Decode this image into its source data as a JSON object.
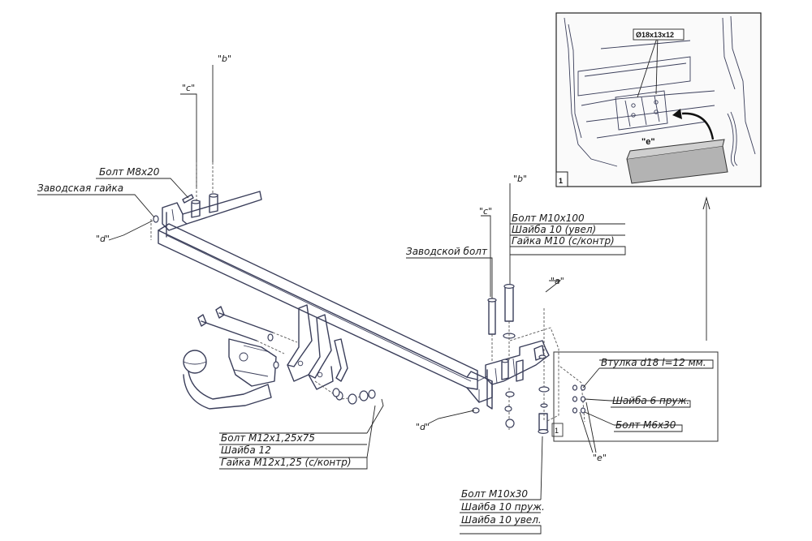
{
  "labels": {
    "bolt_m8x20": "Болт М8х20",
    "cage_nut": "Заводская гайка",
    "cage_bolt": "Заводской болт",
    "bolt_m10x100": "Болт М10х100",
    "washer_10_enlarged": "Шайба 10 (увел)",
    "nut_m10_lock": "Гайка М10 (с/контр)",
    "bushing": "Втулка d18 l=12 мм.",
    "washer_6_spring": "Шайба 6 пруж.",
    "bolt_m6x30": "Болт М6х30",
    "bolt_m12x125x75": "Болт М12х1,25х75",
    "washer_12": "Шайба 12",
    "nut_m12_lock": "Гайка М12х1,25 (с/контр)",
    "bolt_m10x30": "Болт  М10х30",
    "washer_10_spring": "Шайба 10 пруж.",
    "washer_10_enlarged_2": "Шайба 10 увел."
  },
  "callouts": {
    "a": "\"a\"",
    "b": "\"b\"",
    "c": "\"c\"",
    "d": "\"d\"",
    "e": "\"e\""
  },
  "inset": {
    "number": "1",
    "hole_size": "Ø18x13x12",
    "detail_ref": "1"
  }
}
